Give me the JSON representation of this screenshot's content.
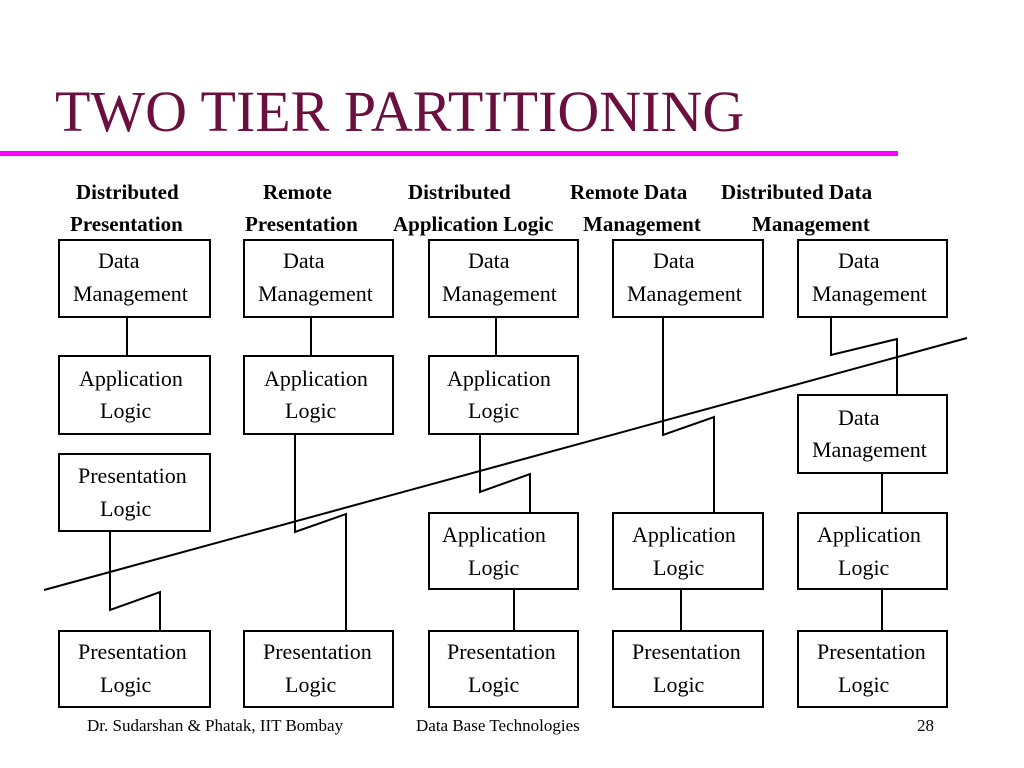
{
  "title": "TWO TIER PARTITIONING",
  "columns": [
    {
      "line1": "Distributed",
      "line2": "Presentation"
    },
    {
      "line1": "Remote",
      "line2": "Presentation"
    },
    {
      "line1": "Distributed",
      "line2": "Application Logic"
    },
    {
      "line1": "Remote Data",
      "line2": "Management"
    },
    {
      "line1": "Distributed Data",
      "line2": "Management"
    }
  ],
  "labels": {
    "dm": {
      "l1": "Data",
      "l2": "Management"
    },
    "al": {
      "l1": "Application",
      "l2": "Logic"
    },
    "pl": {
      "l1": "Presentation",
      "l2": "Logic"
    }
  },
  "footer": {
    "authors": "Dr. Sudarshan & Phatak, IIT Bombay",
    "course": "Data Base Technologies",
    "page": "28"
  },
  "colors": {
    "title": "#6b0f3f",
    "rule": "#ff00ff"
  }
}
